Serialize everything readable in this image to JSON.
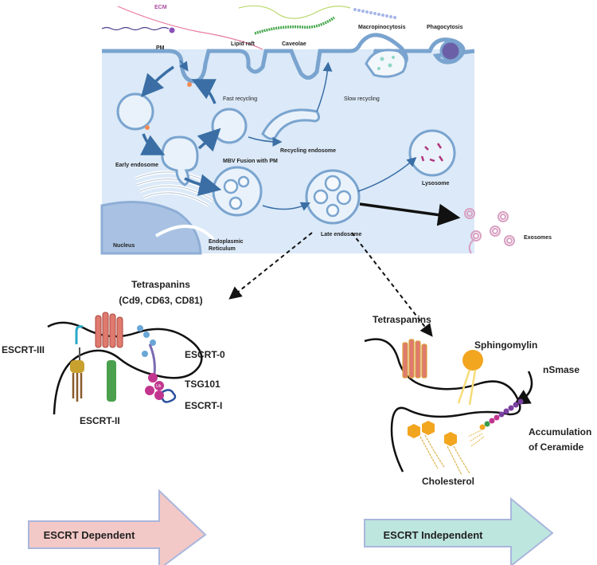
{
  "top": {
    "ecm": "ECM",
    "pm": "PM",
    "lipid_raft": "Lipid raft",
    "caveolae": "Caveolae",
    "macropinocytosis": "Macropinocytosis",
    "phagocytosis": "Phagocytosis",
    "fast_recycling": "Fast recycling",
    "slow_recycling": "Slow recycling",
    "recycling_endosome": "Recycling endosome",
    "early_endosome": "Early endosome",
    "mbv_fusion": "MBV Fusion with PM",
    "lysosome": "Lysosome",
    "late_endosome": "Late endosome",
    "nucleus": "Nucleus",
    "er_line1": "Endoplasmic",
    "er_line2": "Reticulum",
    "exosomes": "Exosomes"
  },
  "left": {
    "tetraspanins": "Tetraspanins",
    "cd_list": "(Cd9, CD63, CD81)",
    "escrt0": "ESCRT-0",
    "escrt3": "ESCRT-III",
    "tsg101": "TSG101",
    "escrt2": "ESCRT-II",
    "escrt1": "ESCRT-I",
    "ub": "Ub"
  },
  "right": {
    "tetraspanins": "Tetraspanins",
    "sphingomylin": "Sphingomylin",
    "nsmase": "nSmase",
    "ceramide_line1": "Accumulation",
    "ceramide_line2": "of Ceramide",
    "cholesterol": "Cholesterol"
  },
  "arrows": {
    "dependent": "ESCRT Dependent",
    "independent": "ESCRT Independent"
  },
  "colors": {
    "cell_bg": "#dbe9f8",
    "membrane": "#7aa4cf",
    "arrow_dependent": "#f3c9c7",
    "arrow_independent": "#bde6df",
    "arrow_border": "#a9b6dc"
  }
}
